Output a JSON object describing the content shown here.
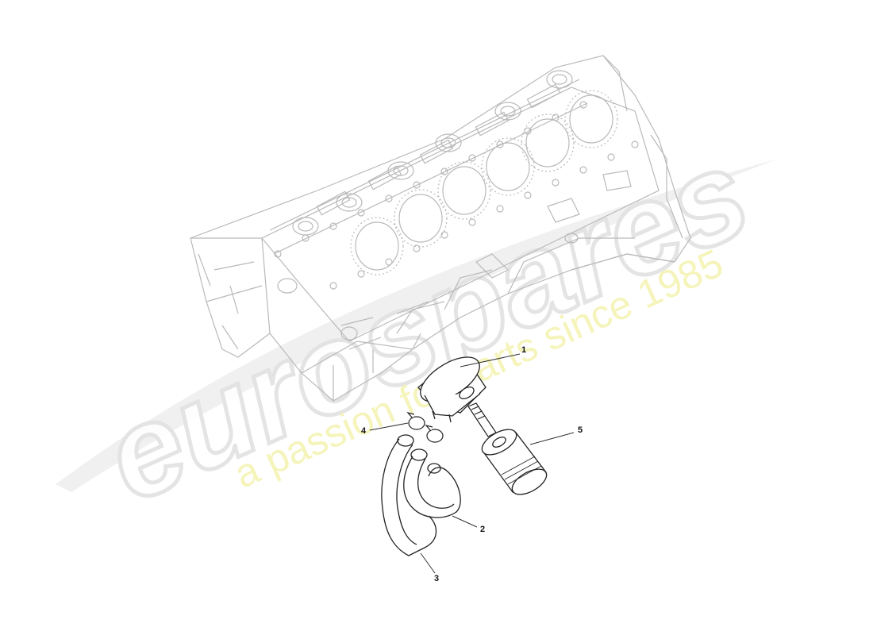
{
  "diagram": {
    "callouts": [
      {
        "id": "1",
        "label": "1"
      },
      {
        "id": "2",
        "label": "2"
      },
      {
        "id": "3",
        "label": "3"
      },
      {
        "id": "4",
        "label": "4"
      },
      {
        "id": "5",
        "label": "5"
      }
    ]
  },
  "watermark": {
    "brand": "eurospares",
    "tagline": "a passion for parts since 1985",
    "colors": {
      "logo_gray": "#e6e6e6",
      "tagline_yellow": "#f4f3b4"
    }
  },
  "colors": {
    "line_art": "#b9b9b9",
    "parts": "#222222",
    "callout_line": "#333333"
  }
}
